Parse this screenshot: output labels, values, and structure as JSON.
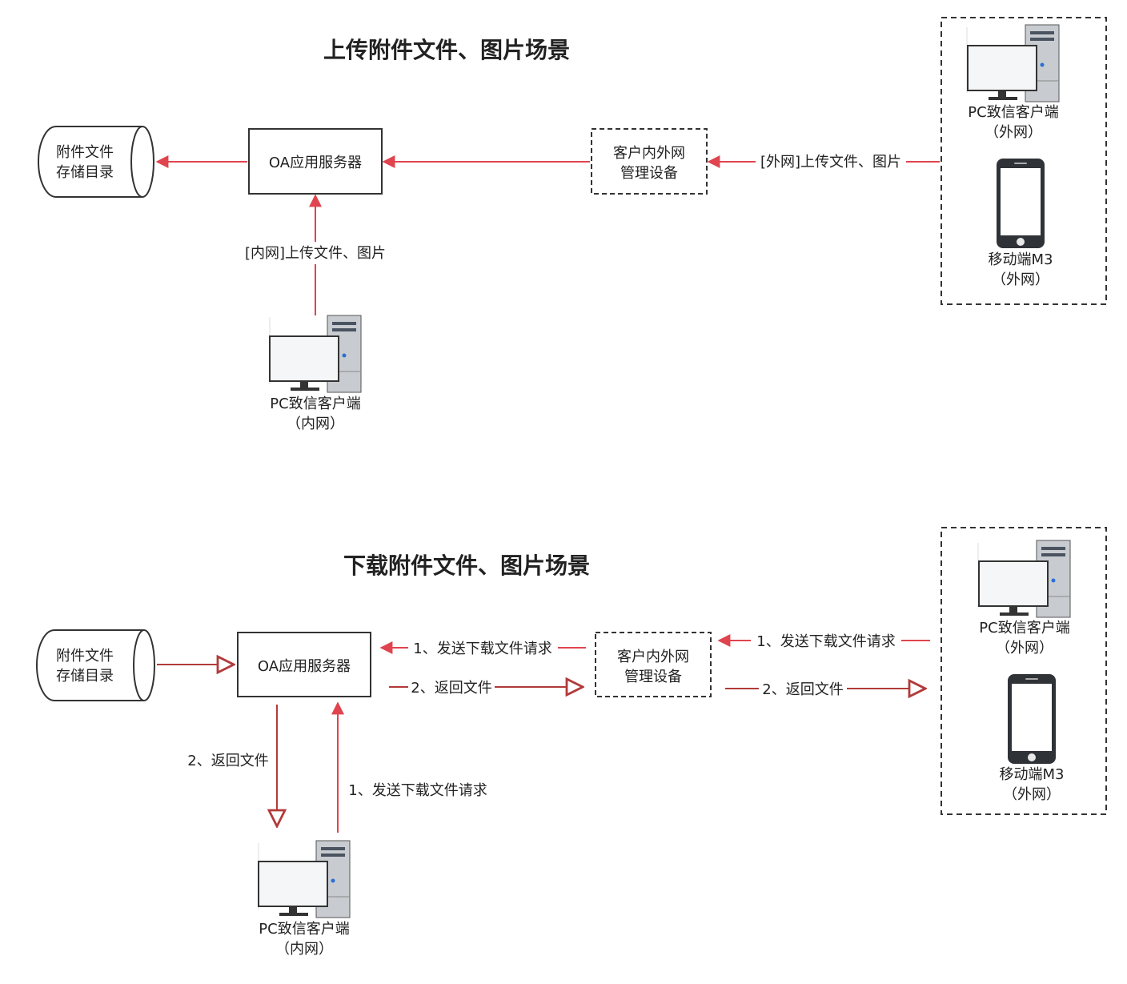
{
  "colors": {
    "arrow": "#e0444e",
    "arrow_dark": "#b23a3a",
    "outline": "#333333",
    "screen": "#f4f6f8",
    "tower": "#c8ccd0"
  },
  "upload": {
    "title": "上传附件文件、图片场景",
    "storage": [
      "附件文件",
      "存储目录"
    ],
    "server": "OA应用服务器",
    "gateway": [
      "客户内外网",
      "管理设备"
    ],
    "pc_external": [
      "PC致信客户端",
      "（外网）"
    ],
    "mobile": [
      "移动端M3",
      "（外网）"
    ],
    "pc_internal": [
      "PC致信客户端",
      "（内网）"
    ],
    "edge_external": "[外网]上传文件、图片",
    "edge_internal": "[内网]上传文件、图片"
  },
  "download": {
    "title": "下载附件文件、图片场景",
    "storage": [
      "附件文件",
      "存储目录"
    ],
    "server": "OA应用服务器",
    "gateway": [
      "客户内外网",
      "管理设备"
    ],
    "pc_external": [
      "PC致信客户端",
      "（外网）"
    ],
    "mobile": [
      "移动端M3",
      "（外网）"
    ],
    "pc_internal": [
      "PC致信客户端",
      "（内网）"
    ],
    "edge_request": "1、发送下载文件请求",
    "edge_return": "2、返回文件"
  }
}
